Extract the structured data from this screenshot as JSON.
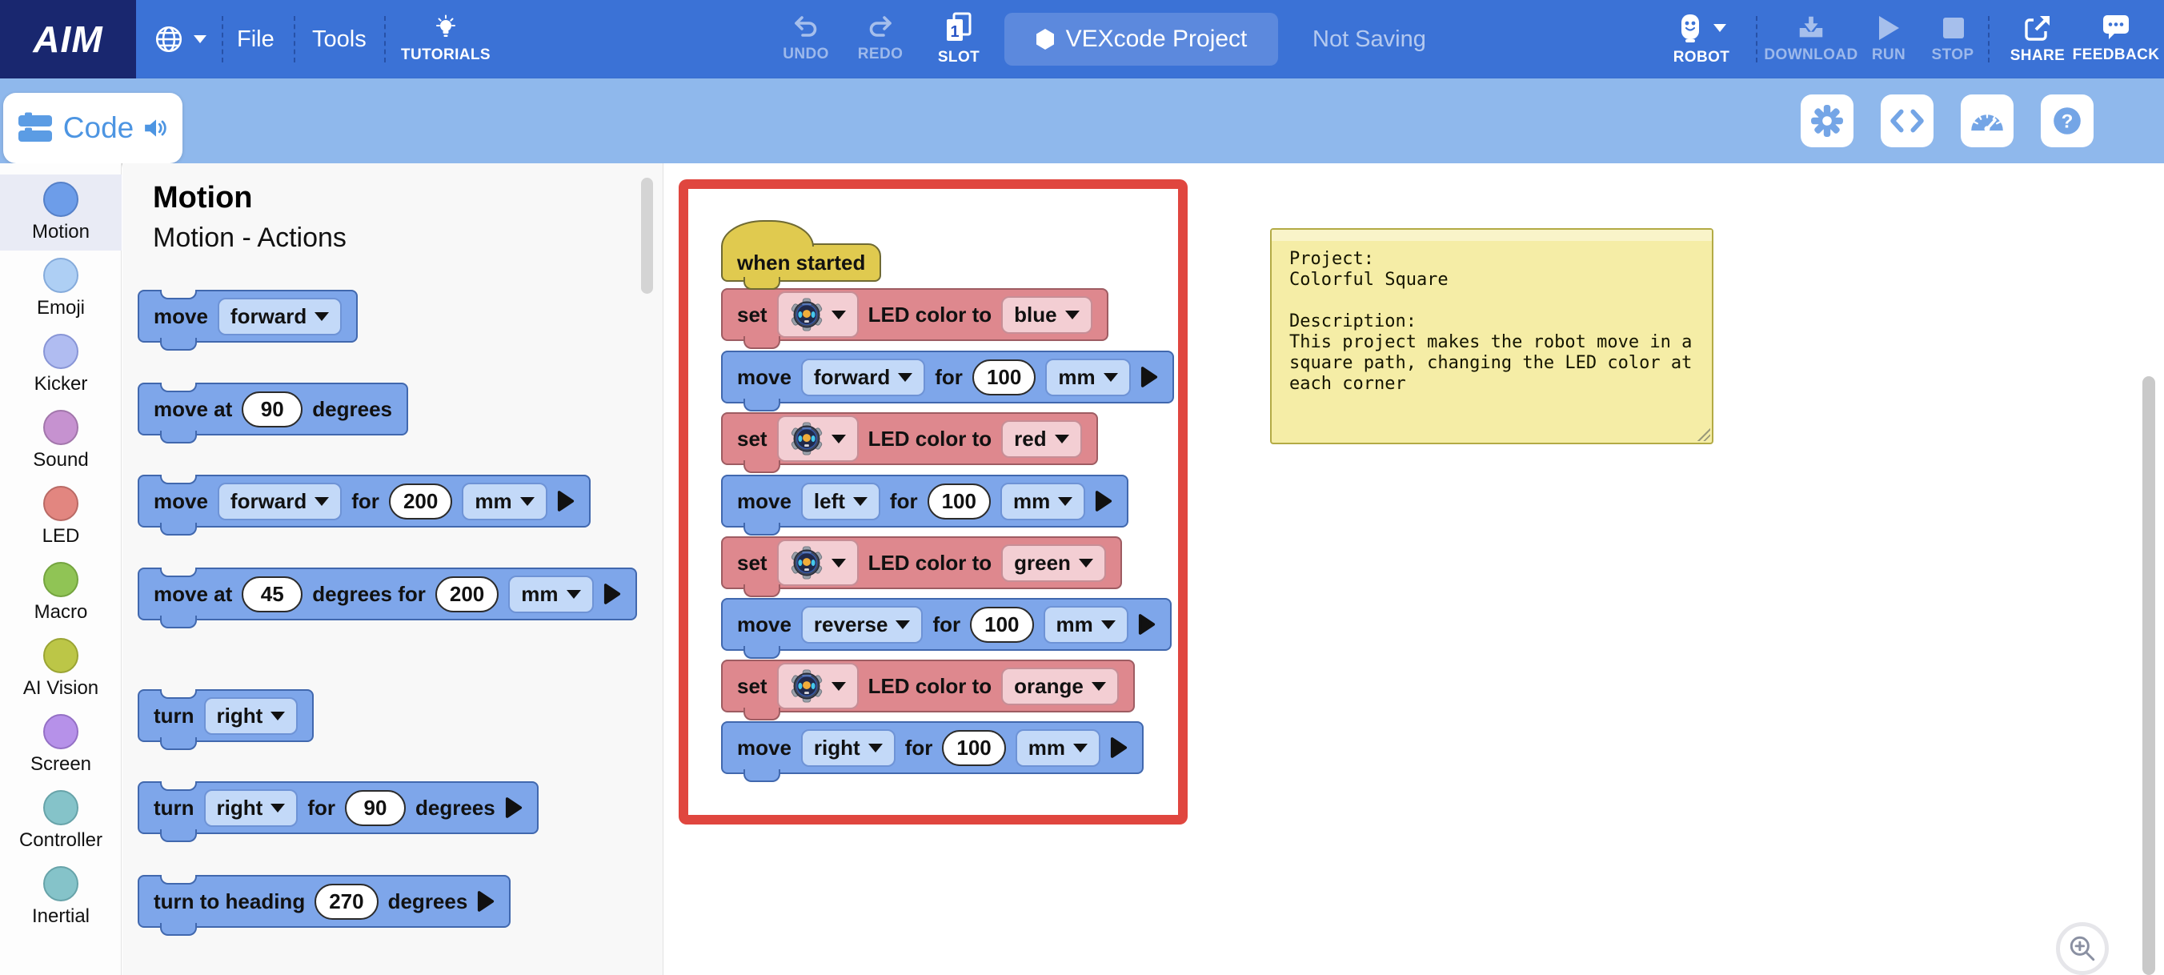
{
  "topbar": {
    "logo": "AIM",
    "file": "File",
    "tools": "Tools",
    "tutorials": "TUTORIALS",
    "undo": "UNDO",
    "redo": "REDO",
    "slot": "SLOT",
    "slot_number": "1",
    "project_name": "VEXcode Project",
    "saving_status": "Not Saving",
    "robot": "ROBOT",
    "download": "DOWNLOAD",
    "run": "RUN",
    "stop": "STOP",
    "share": "SHARE",
    "feedback": "FEEDBACK"
  },
  "toolbar": {
    "tab_label": "Code"
  },
  "sidebar": {
    "items": [
      {
        "label": "Motion",
        "color": "#6d9de9",
        "border": "#5580c8",
        "selected": true,
        "css": "background:#6d9de9;border-color:#5580c8"
      },
      {
        "label": "Emoji",
        "color": "#aecff4",
        "border": "#85abdb",
        "selected": false,
        "css": "background:#aecff4;border-color:#85abdb"
      },
      {
        "label": "Kicker",
        "color": "#b0bcf1",
        "border": "#8895d6",
        "selected": false,
        "css": "background:#b0bcf1;border-color:#8895d6"
      },
      {
        "label": "Sound",
        "color": "#c692d0",
        "border": "#a276ab",
        "selected": false,
        "css": "background:#c692d0;border-color:#a276ab"
      },
      {
        "label": "LED",
        "color": "#e28680",
        "border": "#b96a65",
        "selected": false,
        "css": "background:#e28680;border-color:#b96a65"
      },
      {
        "label": "Macro",
        "color": "#90c455",
        "border": "#74a43f",
        "selected": false,
        "css": "background:#90c455;border-color:#74a43f"
      },
      {
        "label": "AI Vision",
        "color": "#bcc647",
        "border": "#9aa433",
        "selected": false,
        "css": "background:#bcc647;border-color:#9aa433"
      },
      {
        "label": "Screen",
        "color": "#b691e9",
        "border": "#9470c5",
        "selected": false,
        "css": "background:#b691e9;border-color:#9470c5"
      },
      {
        "label": "Controller",
        "color": "#85c3c9",
        "border": "#67a3a9",
        "selected": false,
        "css": "background:#85c3c9;border-color:#67a3a9"
      },
      {
        "label": "Inertial",
        "color": "#85c3c9",
        "border": "#67a3a9",
        "selected": false,
        "css": "background:#85c3c9;border-color:#67a3a9"
      }
    ]
  },
  "palette": {
    "title": "Motion",
    "subtitle": "Motion - Actions",
    "blocks": [
      {
        "kw": "move",
        "dd": "forward"
      },
      {
        "kw": "move at",
        "num": "90",
        "kw2": "degrees"
      },
      {
        "kw": "move",
        "dd": "forward",
        "kw2": "for",
        "num": "200",
        "dd2": "mm"
      },
      {
        "kw": "move at",
        "num": "45",
        "kw2": "degrees for",
        "num2": "200",
        "dd2": "mm"
      },
      {
        "kw": "turn",
        "dd": "right"
      },
      {
        "kw": "turn",
        "dd": "right",
        "kw2": "for",
        "num": "90",
        "kw3": "degrees"
      },
      {
        "kw": "turn to heading",
        "num": "270",
        "kw2": "degrees"
      }
    ]
  },
  "workspace": {
    "blocks": [
      {
        "label": "when started"
      },
      {
        "kw": "set",
        "label": "LED color to",
        "value": "blue"
      },
      {
        "kw": "move",
        "dd": "forward",
        "kw2": "for",
        "num": "100",
        "dd2": "mm"
      },
      {
        "kw": "set",
        "label": "LED color to",
        "value": "red"
      },
      {
        "kw": "move",
        "dd": "left",
        "kw2": "for",
        "num": "100",
        "dd2": "mm"
      },
      {
        "kw": "set",
        "label": "LED color to",
        "value": "green"
      },
      {
        "kw": "move",
        "dd": "reverse",
        "kw2": "for",
        "num": "100",
        "dd2": "mm"
      },
      {
        "kw": "set",
        "label": "LED color to",
        "value": "orange"
      },
      {
        "kw": "move",
        "dd": "right",
        "kw2": "for",
        "num": "100",
        "dd2": "mm"
      }
    ]
  },
  "note": {
    "text": "Project:\nColorful Square\n\nDescription:\nThis project makes the robot move in a\nsquare path, changing the LED color at\neach corner"
  },
  "icons": {
    "globe": "globe-icon",
    "tutorials": "lightbulb-icon",
    "undo": "undo-arrow-icon",
    "redo": "redo-arrow-icon",
    "slot": "slot-page-icon",
    "project": "hexagon-icon",
    "robot": "robot-icon",
    "download": "download-icon",
    "run": "play-icon",
    "stop": "stop-icon",
    "share": "share-icon",
    "feedback": "speech-bubble-icon",
    "settings": "gear-icon",
    "code_view": "angle-brackets-icon",
    "monitor": "gauge-icon",
    "help": "question-icon",
    "code_tab": "blocks-icon",
    "speaker": "speaker-icon",
    "block_robot": "aim-robot-top-icon",
    "zoom": "magnifier-plus-icon"
  },
  "colors": {
    "topbar": "#3b72d6",
    "logo_bg": "#19276f",
    "subbar": "#8fb8ec",
    "icon_blue": "#74a5e6",
    "motion_block": "#7ea6ea",
    "motion_border": "#4168ae",
    "led_block": "#de888e",
    "led_border": "#9e5c62",
    "hat_block": "#e0ca4f",
    "hat_border": "#6f6a33",
    "highlight": "#e0463f",
    "note_bg": "#f5eda6",
    "note_border": "#b3ab45"
  }
}
